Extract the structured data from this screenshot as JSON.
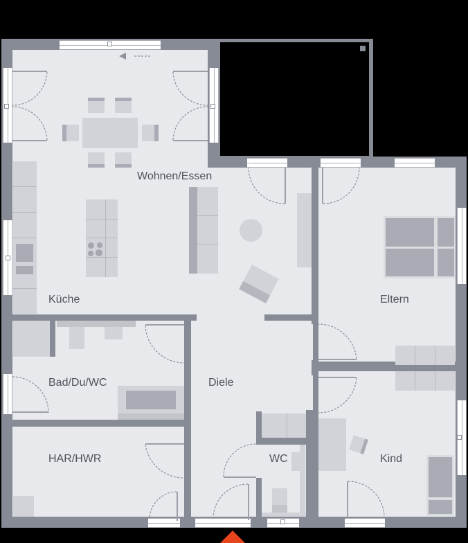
{
  "floorplan": {
    "rooms": [
      {
        "name": "Wohnen/Essen"
      },
      {
        "name": "Küche"
      },
      {
        "name": "Eltern"
      },
      {
        "name": "Bad/Du/WC"
      },
      {
        "name": "Diele"
      },
      {
        "name": "HAR/HWR"
      },
      {
        "name": "WC"
      },
      {
        "name": "Kind"
      }
    ],
    "colors": {
      "wall": "#868b96",
      "floor": "#e7e9ec",
      "furniture": "#d1d3d8",
      "window": "#ffffff",
      "entry_marker": "#e8451e",
      "background": "#000000"
    },
    "entry_marker": "entrance-arrow"
  }
}
